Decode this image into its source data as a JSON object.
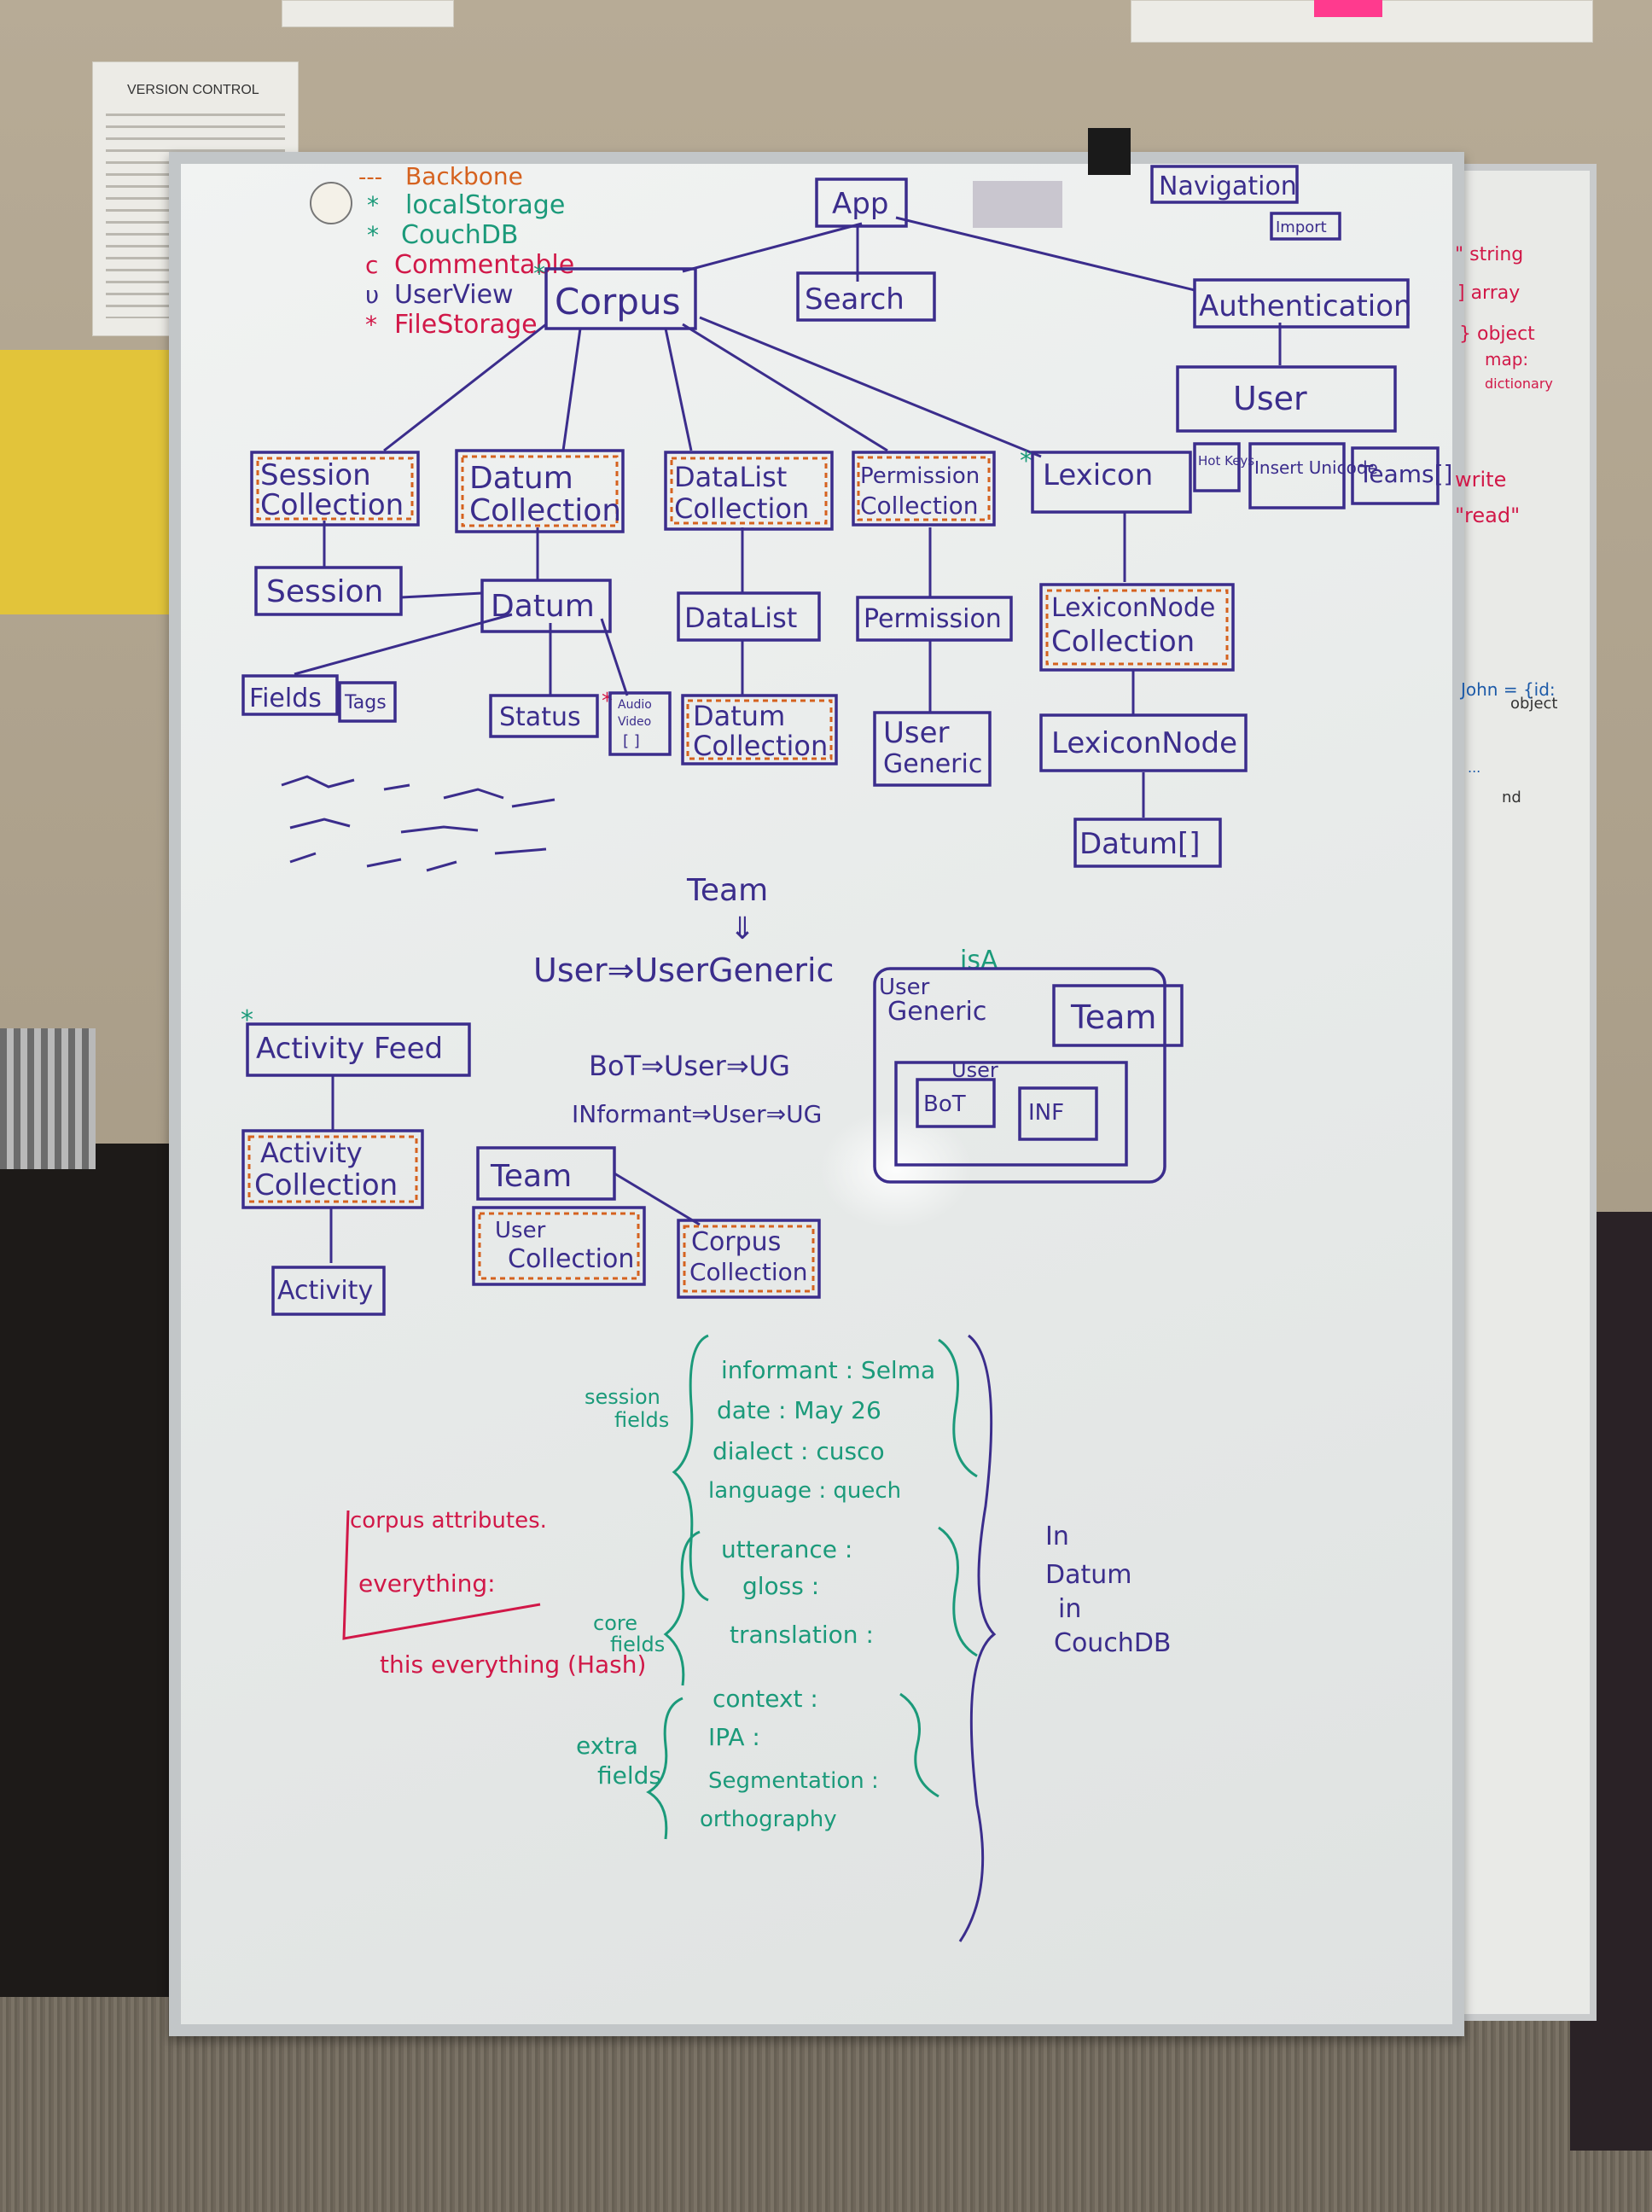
{
  "background_paper": {
    "title": "VERSION CONTROL"
  },
  "legend": {
    "items": [
      {
        "symbol": "---",
        "label": "Backbone",
        "color": "#d5621f"
      },
      {
        "symbol": "*",
        "label": "localStorage",
        "color": "#1b9a7a"
      },
      {
        "symbol": "*",
        "label": "CouchDB",
        "color": "#1b9a7a"
      },
      {
        "symbol": "c",
        "label": "Commentable",
        "color": "#d11848"
      },
      {
        "symbol": "υ",
        "label": "UserView",
        "color": "#3b2d8c"
      },
      {
        "symbol": "*",
        "label": "FileStorage",
        "color": "#d11848"
      }
    ]
  },
  "nodes": {
    "app": "App",
    "navigation": "Navigation",
    "import": "Import",
    "corpus": "Corpus",
    "search": "Search",
    "authentication": "Authentication",
    "user": "User",
    "hot_keys": "Hot Keys",
    "insert_unicode": "Insert Unicode",
    "teams": "Teams[]",
    "session_collection": [
      "Session",
      "Collection"
    ],
    "datum_collection": [
      "Datum",
      "Collection"
    ],
    "datalist_collection": [
      "DataList",
      "Collection"
    ],
    "permission_collection": [
      "Permission",
      "Collection"
    ],
    "lexicon": "Lexicon",
    "session": "Session",
    "datum": "Datum",
    "datalist": "DataList",
    "permission": "Permission",
    "lexiconnode_collection": [
      "LexiconNode",
      "Collection"
    ],
    "fields": "Fields",
    "tags": "Tags",
    "status": "Status",
    "audio_video": [
      "Audio",
      "Video",
      "[ ]"
    ],
    "datalist_datum_collection": [
      "Datum",
      "Collection"
    ],
    "user_generic": [
      "User",
      "Generic"
    ],
    "lexiconnode": "LexiconNode",
    "datum_array": "Datum[]",
    "activity_feed": "Activity Feed",
    "activity_collection": [
      "Activity",
      "Collection"
    ],
    "activity": "Activity",
    "team": "Team",
    "user_collection": [
      "User",
      "Collection"
    ],
    "corpus_collection": [
      "Corpus",
      "Collection"
    ]
  },
  "inheritance": {
    "team_label": "Team",
    "arrow_down": "⇓",
    "user_eq": "User⇒UserGeneric",
    "bot_eq": "BoT⇒User⇒UG",
    "informant_eq": "INformant⇒User⇒UG"
  },
  "isa_box": {
    "isa": "isA",
    "user_generic": [
      "User",
      "Generic"
    ],
    "team": "Team",
    "user": "User",
    "bot": "BoT",
    "inf": "INF"
  },
  "fields_notes": {
    "session_fields_label": [
      "session",
      "fields"
    ],
    "session_fields": [
      "informant : Selma",
      "date : May 26",
      "dialect : cusco",
      "language : quech"
    ],
    "core_fields_label": [
      "core",
      "fields"
    ],
    "core_fields": [
      "utterance :",
      "gloss :",
      "translation :"
    ],
    "extra_fields_label": [
      "extra",
      "fields"
    ],
    "extra_fields": [
      "context :",
      "IPA :",
      "Segmentation :",
      "orthography"
    ],
    "in_datum": [
      "In",
      "Datum",
      "in",
      "CouchDB"
    ]
  },
  "red_notes": [
    "corpus attributes.",
    "everything:",
    "this everything (Hash)"
  ],
  "side_board": {
    "types": [
      "\" string",
      "] array",
      "} object",
      "map:",
      "dictionary"
    ],
    "write_read": [
      "write",
      "\"read\""
    ],
    "json_note": [
      "John = {id:",
      "object",
      "...",
      "nd"
    ]
  }
}
